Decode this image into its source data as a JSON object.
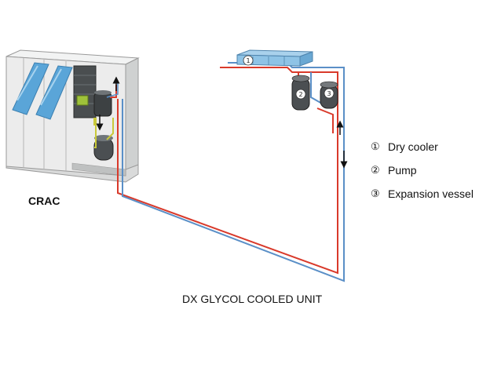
{
  "labels": {
    "crac": "CRAC",
    "caption": "DX GLYCOL COOLED UNIT"
  },
  "legend": [
    {
      "num": "①",
      "text": "Dry cooler"
    },
    {
      "num": "②",
      "text": "Pump"
    },
    {
      "num": "③",
      "text": "Expansion vessel"
    }
  ],
  "markers": {
    "dry_cooler": "1",
    "pump": "2",
    "expansion_vessel": "3"
  },
  "colors": {
    "supply_line": "#d93a2b",
    "return_line": "#5a8fc7",
    "refrigerant_line": "#c9c93a",
    "cabinet": "#e9eaea",
    "glass": "#5aa5d8",
    "dry_cooler": "#8ec3e6"
  }
}
